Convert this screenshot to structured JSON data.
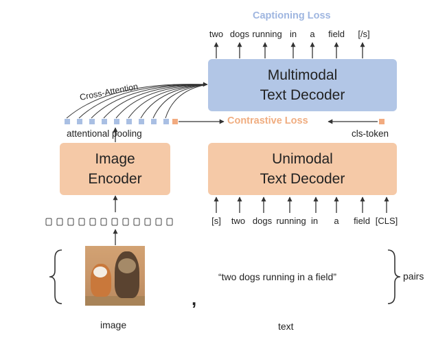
{
  "boxes": {
    "multimodal_line1": "Multimodal",
    "multimodal_line2": "Text Decoder",
    "image_line1": "Image",
    "image_line2": "Encoder",
    "unimodal_line1": "Unimodal",
    "unimodal_line2": "Text Decoder"
  },
  "losses": {
    "captioning": "Captioning Loss",
    "contrastive": "Contrastive Loss"
  },
  "labels": {
    "cross_attention": "Cross-Attention",
    "attentional_pooling": "attentional pooling",
    "cls_token": "cls-token",
    "caption_quote": "“two dogs running in a field”",
    "pairs": "pairs",
    "image": "image",
    "text": "text",
    "comma": ","
  },
  "output_tokens": [
    "two",
    "dogs",
    "running",
    "in",
    "a",
    "field",
    "[/s]"
  ],
  "input_tokens": [
    "[s]",
    "two",
    "dogs",
    "running",
    "in",
    "a",
    "field",
    "[CLS]"
  ],
  "colors": {
    "decoder_blue": "#b2c6e6",
    "encoder_peach": "#f5c9a7",
    "captioning_loss_text": "#9fb6e0",
    "contrastive_loss_text": "#f0ad80",
    "pooled_token_blue": "#a9bfe3",
    "cls_token_peach": "#f2ab80",
    "arrow": "#333333"
  }
}
